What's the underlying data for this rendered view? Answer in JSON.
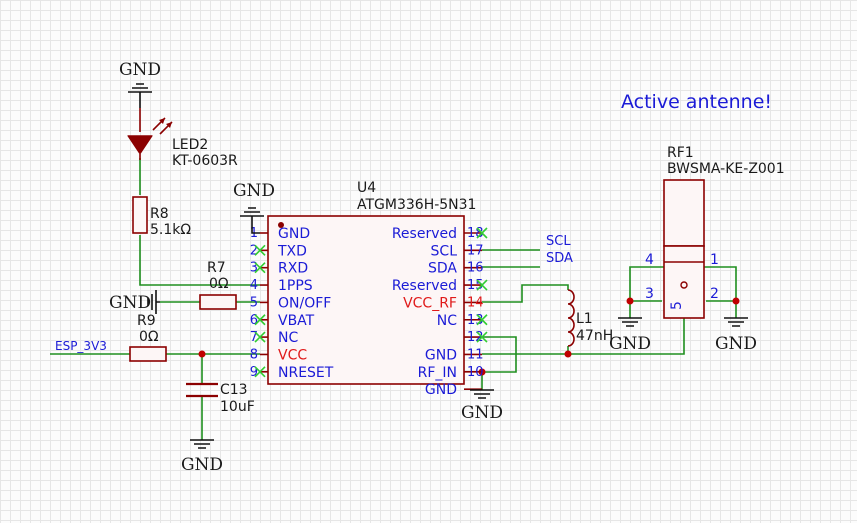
{
  "note": "Active antenne!",
  "gnd": "GND",
  "led": {
    "ref": "LED2",
    "value": "KT-0603R"
  },
  "r8": {
    "ref": "R8",
    "value": "5.1kΩ"
  },
  "r7": {
    "ref": "R7",
    "value": "0Ω"
  },
  "r9": {
    "ref": "R9",
    "value": "0Ω"
  },
  "c13": {
    "ref": "C13",
    "value": "10uF"
  },
  "l1": {
    "ref": "L1",
    "value": "47nH"
  },
  "rf1": {
    "ref": "RF1",
    "value": "BWSMA-KE-Z001",
    "pins": [
      "4",
      "1",
      "3",
      "2",
      "5"
    ]
  },
  "u4": {
    "ref": "U4",
    "value": "ATGM336H-5N31",
    "left_pins": [
      {
        "num": "1",
        "name": "GND"
      },
      {
        "num": "2",
        "name": "TXD"
      },
      {
        "num": "3",
        "name": "RXD"
      },
      {
        "num": "4",
        "name": "1PPS"
      },
      {
        "num": "5",
        "name": "ON/OFF"
      },
      {
        "num": "6",
        "name": "VBAT"
      },
      {
        "num": "7",
        "name": "NC"
      },
      {
        "num": "8",
        "name": "VCC"
      },
      {
        "num": "9",
        "name": "NRESET"
      }
    ],
    "right_pins": [
      {
        "num": "18",
        "name": "Reserved"
      },
      {
        "num": "17",
        "name": "SCL"
      },
      {
        "num": "16",
        "name": "SDA"
      },
      {
        "num": "15",
        "name": "Reserved"
      },
      {
        "num": "14",
        "name": "VCC_RF"
      },
      {
        "num": "13",
        "name": "NC"
      },
      {
        "num": "12",
        "name": ""
      },
      {
        "num": "11",
        "name": "GND"
      },
      {
        "num": "10",
        "name": "RF_IN"
      },
      {
        "num": "",
        "name": "GND"
      }
    ]
  },
  "nets": {
    "esp": "ESP_3V3",
    "scl": "SCL",
    "sda": "SDA"
  },
  "colors": {
    "wire": "#1f8f1f",
    "symbol": "#8b0000",
    "text": "#1b1bd6",
    "power": "#e01a1a",
    "noconnect": "#32cd32"
  }
}
